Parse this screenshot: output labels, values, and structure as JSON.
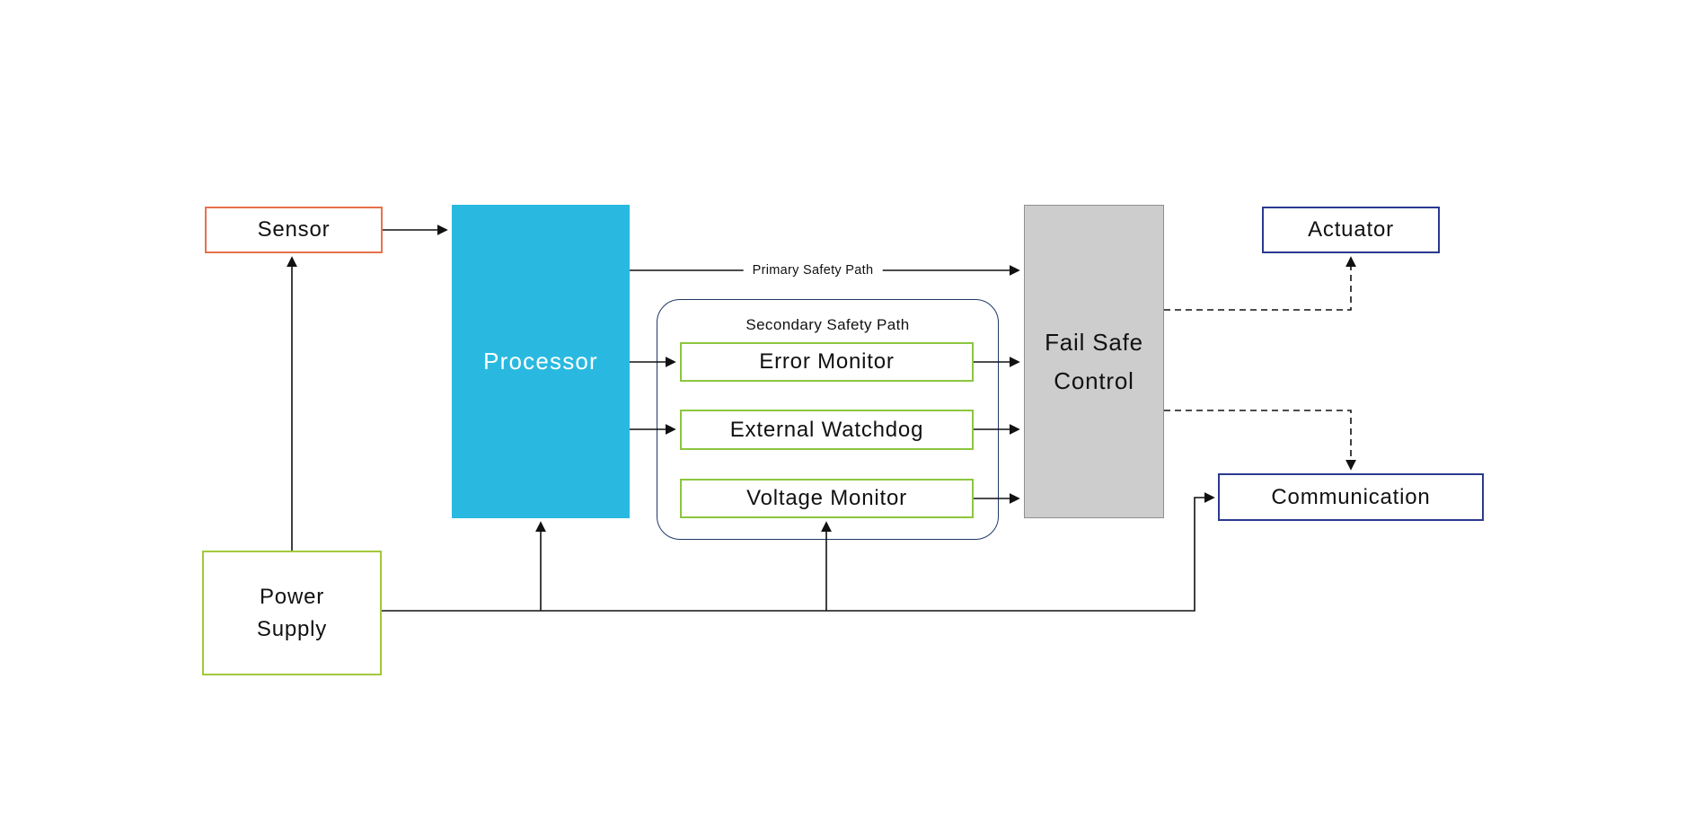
{
  "diagram": {
    "nodes": {
      "sensor": {
        "label": "Sensor"
      },
      "processor": {
        "label": "Processor"
      },
      "power_supply": {
        "label": "Power Supply"
      },
      "error_monitor": {
        "label": "Error Monitor"
      },
      "external_watchdog": {
        "label": "External Watchdog"
      },
      "voltage_monitor": {
        "label": "Voltage Monitor"
      },
      "fail_safe_control": {
        "label": "Fail Safe Control"
      },
      "actuator": {
        "label": "Actuator"
      },
      "communication": {
        "label": "Communication"
      }
    },
    "groups": {
      "secondary_safety_path": {
        "title": "Secondary Safety Path"
      }
    },
    "edge_labels": {
      "primary_safety_path": "Primary Safety Path"
    },
    "colors": {
      "sensor_border": "#E8714B",
      "processor_fill": "#29B9E0",
      "power_supply_border": "#A2C83B",
      "monitor_border": "#8CC63F",
      "secondary_group_border": "#1F3864",
      "fail_safe_fill": "#CDCDCD",
      "fail_safe_border": "#8F8F8F",
      "io_border": "#2B3990",
      "connector_line": "#111111",
      "background": "#FFFFFF"
    }
  }
}
